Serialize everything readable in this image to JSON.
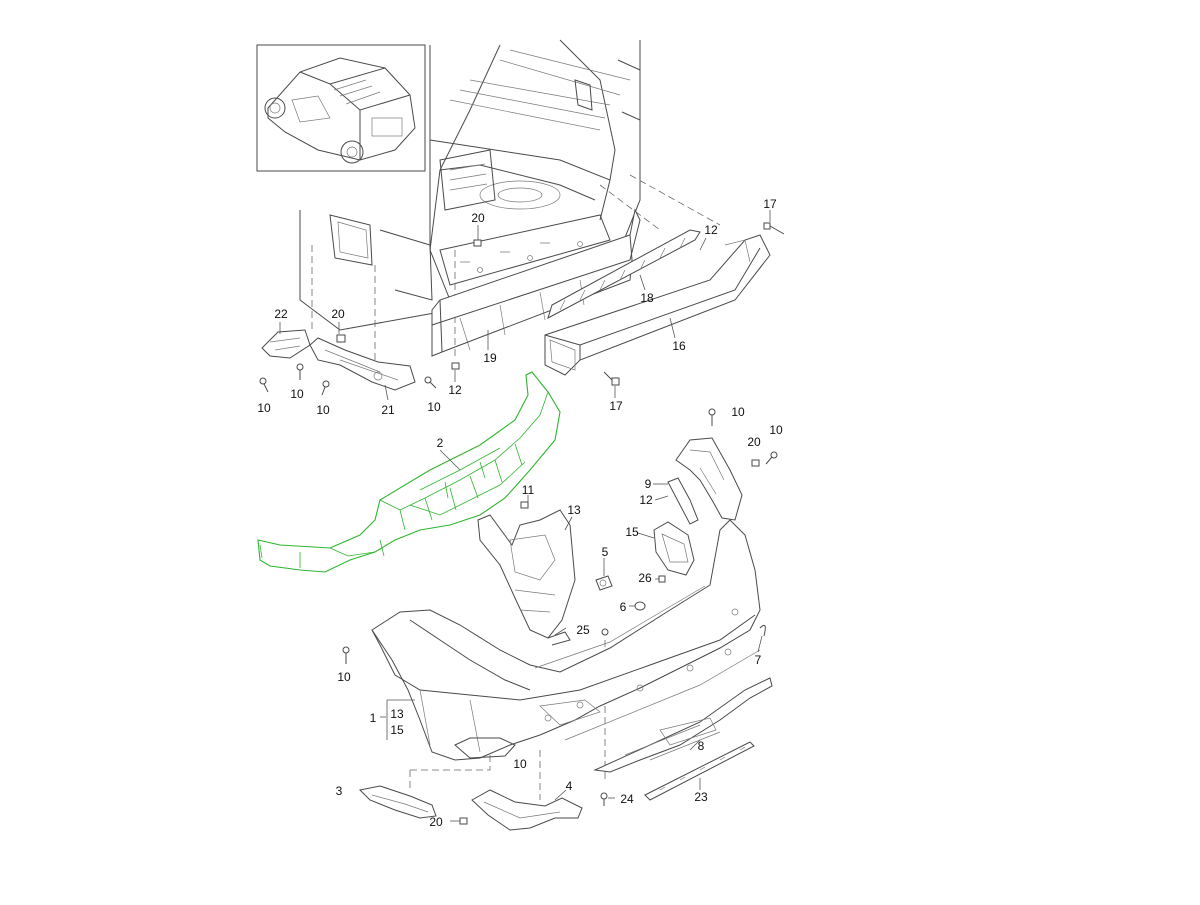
{
  "diagram": {
    "highlight_color": "#2fb52f",
    "line_color": "#4a4a4a",
    "callouts": [
      {
        "id": "c-17a",
        "text": "17"
      },
      {
        "id": "c-20a",
        "text": "20"
      },
      {
        "id": "c-12a",
        "text": "12"
      },
      {
        "id": "c-18",
        "text": "18"
      },
      {
        "id": "c-16",
        "text": "16"
      },
      {
        "id": "c-19",
        "text": "19"
      },
      {
        "id": "c-22",
        "text": "22"
      },
      {
        "id": "c-20b",
        "text": "20"
      },
      {
        "id": "c-10a",
        "text": "10"
      },
      {
        "id": "c-10b",
        "text": "10"
      },
      {
        "id": "c-10c",
        "text": "10"
      },
      {
        "id": "c-21",
        "text": "21"
      },
      {
        "id": "c-10d",
        "text": "10"
      },
      {
        "id": "c-12b",
        "text": "12"
      },
      {
        "id": "c-17b",
        "text": "17"
      },
      {
        "id": "c-10e",
        "text": "10"
      },
      {
        "id": "c-20c",
        "text": "20"
      },
      {
        "id": "c-10f",
        "text": "10"
      },
      {
        "id": "c-2",
        "text": "2"
      },
      {
        "id": "c-9",
        "text": "9"
      },
      {
        "id": "c-12c",
        "text": "12"
      },
      {
        "id": "c-11",
        "text": "11"
      },
      {
        "id": "c-13a",
        "text": "13"
      },
      {
        "id": "c-15a",
        "text": "15"
      },
      {
        "id": "c-5",
        "text": "5"
      },
      {
        "id": "c-26",
        "text": "26"
      },
      {
        "id": "c-6",
        "text": "6"
      },
      {
        "id": "c-25",
        "text": "25"
      },
      {
        "id": "c-7",
        "text": "7"
      },
      {
        "id": "c-10g",
        "text": "10"
      },
      {
        "id": "c-1",
        "text": "1"
      },
      {
        "id": "c-13b",
        "text": "13"
      },
      {
        "id": "c-15b",
        "text": "15"
      },
      {
        "id": "c-10h",
        "text": "10"
      },
      {
        "id": "c-8",
        "text": "8"
      },
      {
        "id": "c-3",
        "text": "3"
      },
      {
        "id": "c-4",
        "text": "4"
      },
      {
        "id": "c-24",
        "text": "24"
      },
      {
        "id": "c-23",
        "text": "23"
      },
      {
        "id": "c-20d",
        "text": "20"
      }
    ]
  }
}
